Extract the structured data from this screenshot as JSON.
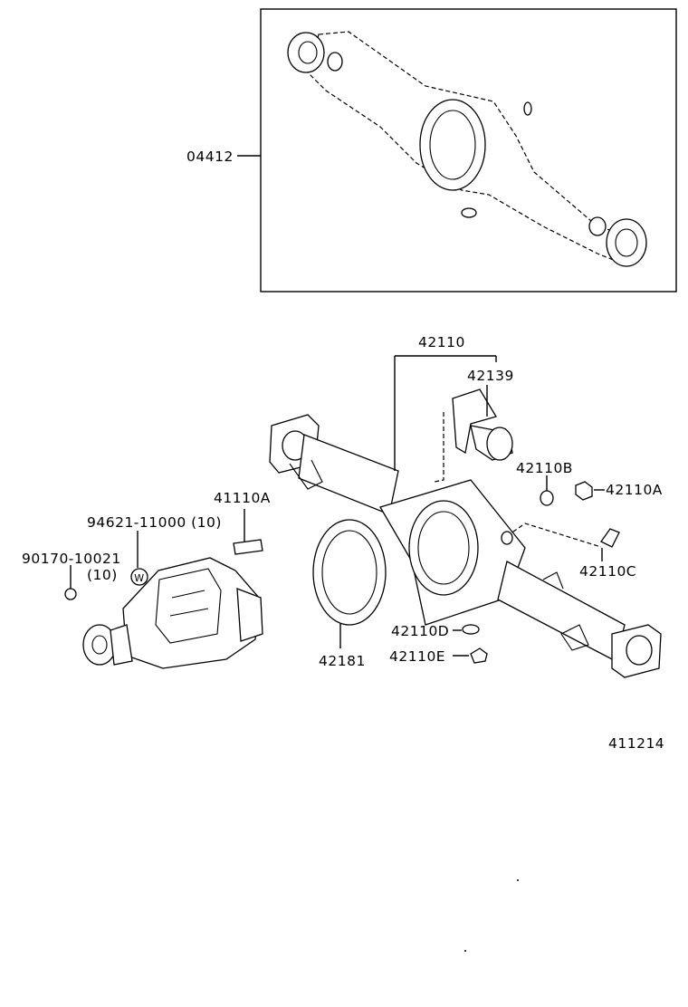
{
  "callouts": {
    "c04412": "04412",
    "c42110": "42110",
    "c42139": "42139",
    "c42110B": "42110B",
    "c42110A": "42110A",
    "c41110A": "41110A",
    "c94621": "94621-11000 (10)",
    "c90170": "90170-10021",
    "c90170qty": "(10)",
    "cW": "W",
    "c42110C": "42110C",
    "c42110D": "42110D",
    "c42110E": "42110E",
    "c42181": "42181",
    "figure_id": "411214"
  }
}
